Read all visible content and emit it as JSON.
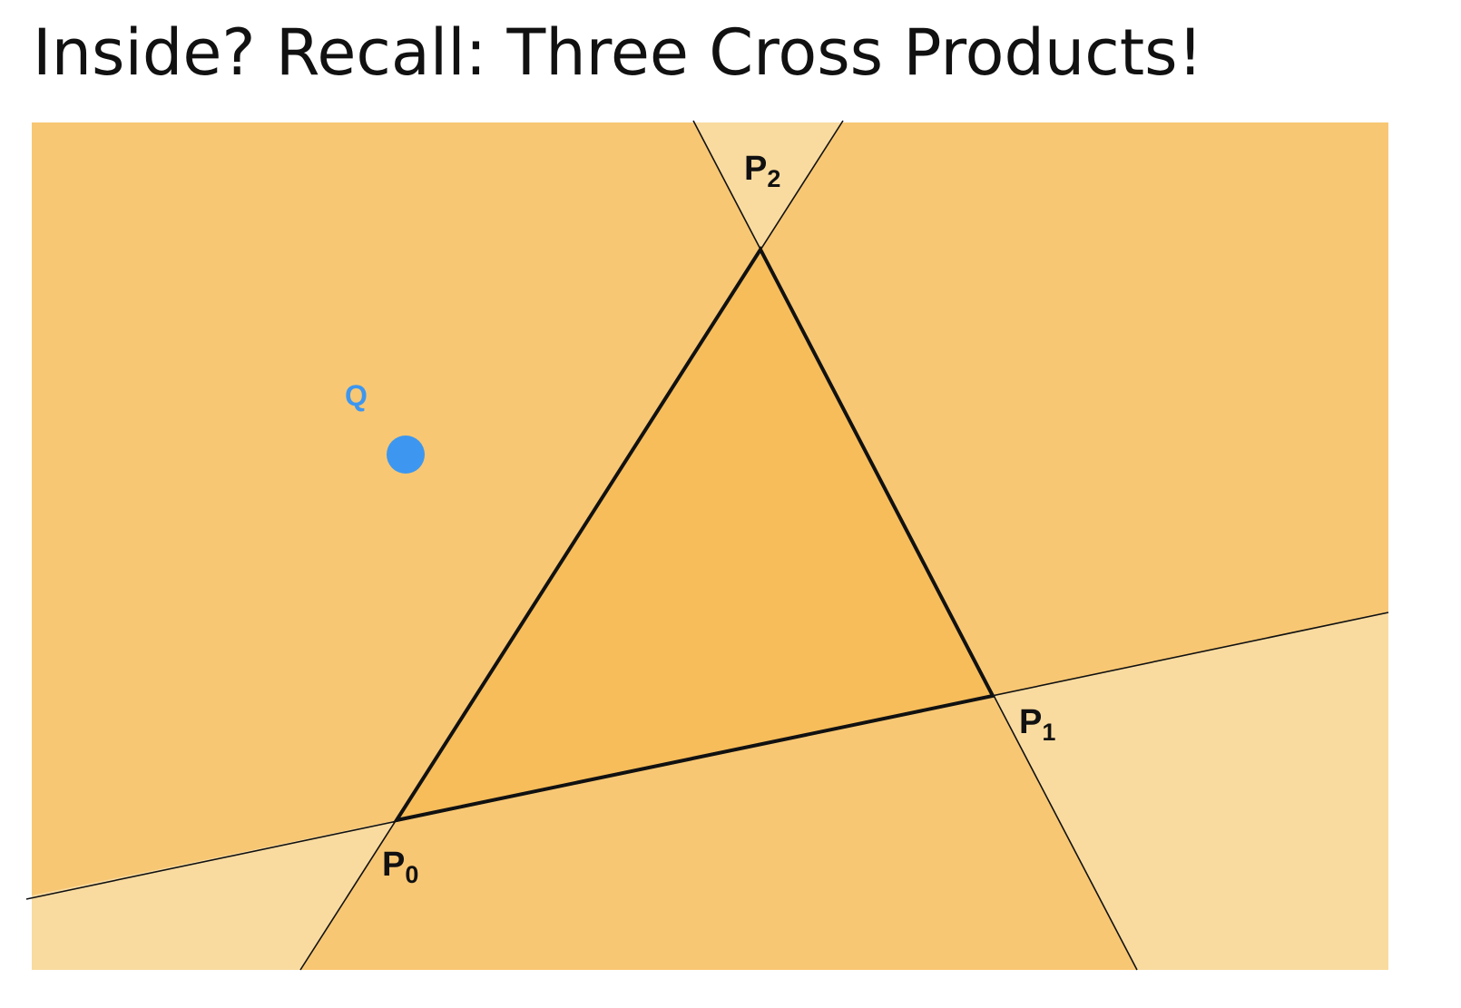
{
  "title": "Inside? Recall: Three Cross Products!",
  "points": {
    "p0": {
      "letter": "P",
      "sub": "0"
    },
    "p1": {
      "letter": "P",
      "sub": "1"
    },
    "p2": {
      "letter": "P",
      "sub": "2"
    },
    "q": {
      "label": "Q"
    }
  },
  "colors": {
    "region_light": "#f9dba0",
    "region_mid": "#f8c773",
    "region_dark": "#f7bd5a",
    "query_point": "#3d97f0",
    "lines": "#111111"
  }
}
